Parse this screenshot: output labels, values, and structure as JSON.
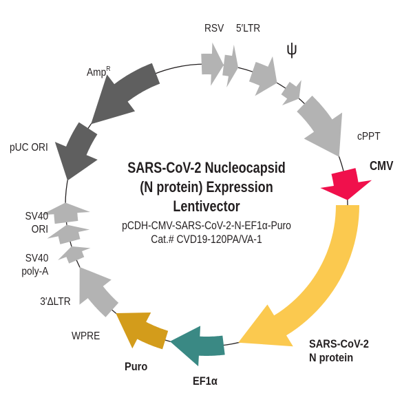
{
  "title": {
    "line1": "SARS-CoV-2 Nucleocapsid",
    "line2": "(N protein) Expression",
    "line3": "Lentivector",
    "construct": "pCDH-CMV-SARS-CoV-2-N-EF1α-Puro",
    "catalog": "Cat.# CVD19-120PA/VA-1"
  },
  "colors": {
    "backbone_gray": "#b3b3b3",
    "dark_gray": "#5f5f5f",
    "cmv_red": "#f0104c",
    "n_protein_yellow": "#fbc94f",
    "ef1a_teal": "#3a8984",
    "puro_gold": "#d39c1b",
    "circle_line": "#231f20"
  },
  "features": [
    {
      "id": "rsv",
      "label": "RSV",
      "start_deg": -2,
      "end_deg": 7,
      "dir": "cw",
      "color": "backbone_gray",
      "width": 30
    },
    {
      "id": "ltr5",
      "label": "5′LTR",
      "start_deg": 7,
      "end_deg": 13,
      "dir": "cw",
      "color": "backbone_gray",
      "width": 30
    },
    {
      "id": "psi",
      "label": "ψ",
      "start_deg": 19,
      "end_deg": 30,
      "dir": "cw",
      "color": "backbone_gray",
      "width": 30
    },
    {
      "id": "rre",
      "label": "",
      "start_deg": 34,
      "end_deg": 41,
      "dir": "cw",
      "color": "backbone_gray",
      "width": 22
    },
    {
      "id": "cppt",
      "label": "cPPT",
      "start_deg": 44,
      "end_deg": 70,
      "dir": "cw",
      "color": "backbone_gray",
      "width": 32
    },
    {
      "id": "cmv",
      "label": "CMV",
      "start_deg": 76,
      "end_deg": 88,
      "dir": "cw",
      "color": "cmv_red",
      "width": 36
    },
    {
      "id": "n_protein",
      "label": "SARS-CoV-2 N protein",
      "start_deg": 90,
      "end_deg": 167,
      "dir": "cw",
      "color": "n_protein_yellow",
      "width": 34
    },
    {
      "id": "ef1a",
      "label": "EF1α",
      "start_deg": 173,
      "end_deg": 195,
      "dir": "cw",
      "color": "ef1a_teal",
      "width": 28
    },
    {
      "id": "puro",
      "label": "Puro",
      "start_deg": 197,
      "end_deg": 220,
      "dir": "cw",
      "color": "puro_gold",
      "width": 28
    },
    {
      "id": "wpre",
      "label": "WPRE",
      "start_deg": 222,
      "end_deg": 244,
      "dir": "cw",
      "color": "backbone_gray",
      "width": 28
    },
    {
      "id": "ltr3",
      "label": "3′ΔLTR",
      "start_deg": 247,
      "end_deg": 253,
      "dir": "cw",
      "color": "backbone_gray",
      "width": 24
    },
    {
      "id": "sv40_polya",
      "label": "SV40 poly-A",
      "start_deg": 255,
      "end_deg": 262,
      "dir": "cw",
      "color": "backbone_gray",
      "width": 30
    },
    {
      "id": "sv40_ori",
      "label": "SV40 ORI",
      "start_deg": 263,
      "end_deg": 271,
      "dir": "cw",
      "color": "backbone_gray",
      "width": 34
    },
    {
      "id": "puc_ori",
      "label": "pUC ORI",
      "start_deg": 303,
      "end_deg": 280,
      "dir": "ccw",
      "color": "dark_gray",
      "width": 32
    },
    {
      "id": "ampr",
      "label": "AmpR",
      "start_deg": 339,
      "end_deg": 305,
      "dir": "ccw",
      "color": "dark_gray",
      "width": 32
    }
  ],
  "labels": {
    "rsv": "RSV",
    "ltr5": "5′LTR",
    "psi": "ψ",
    "cppt": "cPPT",
    "cmv": "CMV",
    "n_protein_1": "SARS-CoV-2",
    "n_protein_2": "N protein",
    "ef1a": "EF1α",
    "puro": "Puro",
    "wpre": "WPRE",
    "ltr3": "3′ΔLTR",
    "sv40_polya_1": "SV40",
    "sv40_polya_2": "poly-A",
    "sv40_ori_1": "SV40",
    "sv40_ori_2": "ORI",
    "puc_ori": "pUC ORI",
    "ampr": "Amp",
    "ampr_sup": "R"
  }
}
